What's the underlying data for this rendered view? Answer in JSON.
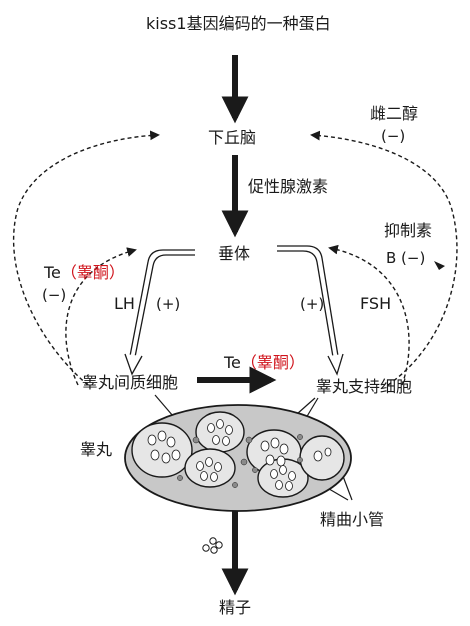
{
  "title": "kiss1基因编码的一种蛋白",
  "nodes": {
    "hypothalamus": "下丘脑",
    "gnrh": "促性腺激素",
    "pituitary": "垂体",
    "leydig": "睾丸间质细胞",
    "sertoli": "睾丸支持细胞",
    "testis": "睾丸",
    "tubules": "精曲小管",
    "sperm": "精子"
  },
  "labels": {
    "estradiol": "雌二醇",
    "estradiol_sign": "(−)",
    "inhibin": "抑制素",
    "inhibin_b": "B (−)",
    "te_left": "Te",
    "te_left_cn": "（睾酮）",
    "te_left_sign": "(−)",
    "lh": "LH",
    "lh_sign": "(+)",
    "fsh": "FSH",
    "fsh_sign": "(+)",
    "te_mid": "Te",
    "te_mid_cn": "（睾酮）"
  },
  "colors": {
    "line": "#1a1a1a",
    "testosterone_cn": "#d0141c",
    "testis_fill": "#c8c8c8",
    "cell_fill": "#e6e6e6",
    "dot_fill": "#8a8a8a"
  }
}
